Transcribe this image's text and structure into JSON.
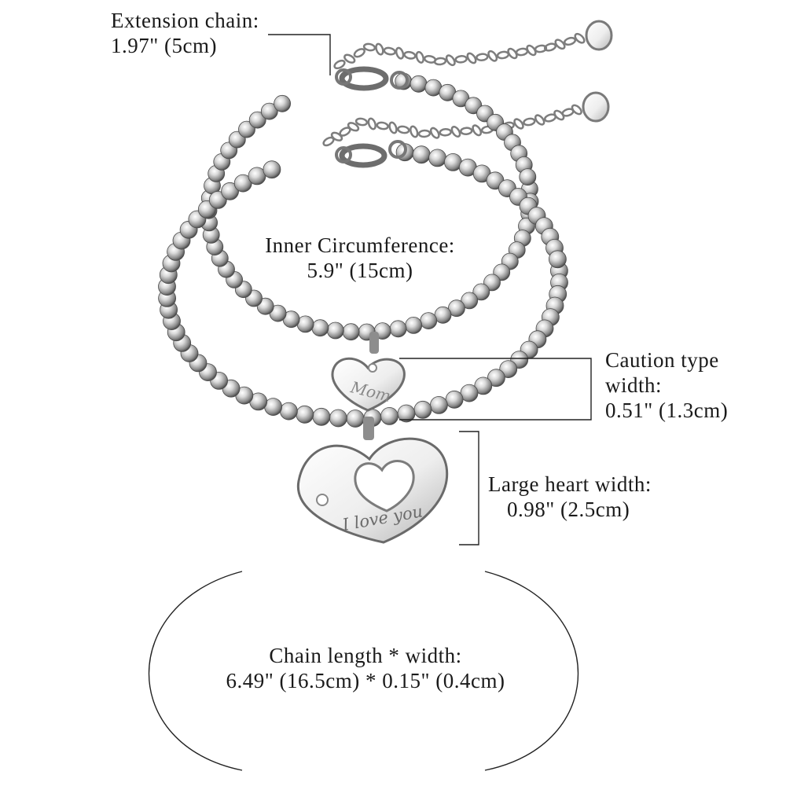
{
  "labels": {
    "extension_chain": {
      "line1": "Extension chain:",
      "line2": "1.97\" (5cm)"
    },
    "inner_circumference": {
      "line1": "Inner Circumference:",
      "line2": "5.9\" (15cm)"
    },
    "caution_type": {
      "line1": "Caution type",
      "line2": "width:",
      "line3": "0.51\" (1.3cm)"
    },
    "large_heart": {
      "line1": "Large heart width:",
      "line2": "0.98\" (2.5cm)"
    },
    "chain_length": {
      "line1": "Chain length * width:",
      "line2": "6.49\" (16.5cm) * 0.15\" (0.4cm)"
    }
  },
  "engravings": {
    "small_heart": "Mom",
    "large_heart": "I love you"
  },
  "colors": {
    "metal_light": "#f4f4f4",
    "metal_mid": "#b8b8b8",
    "metal_dark": "#5a5a5a",
    "text": "#1a1a1a",
    "line": "#222222"
  }
}
